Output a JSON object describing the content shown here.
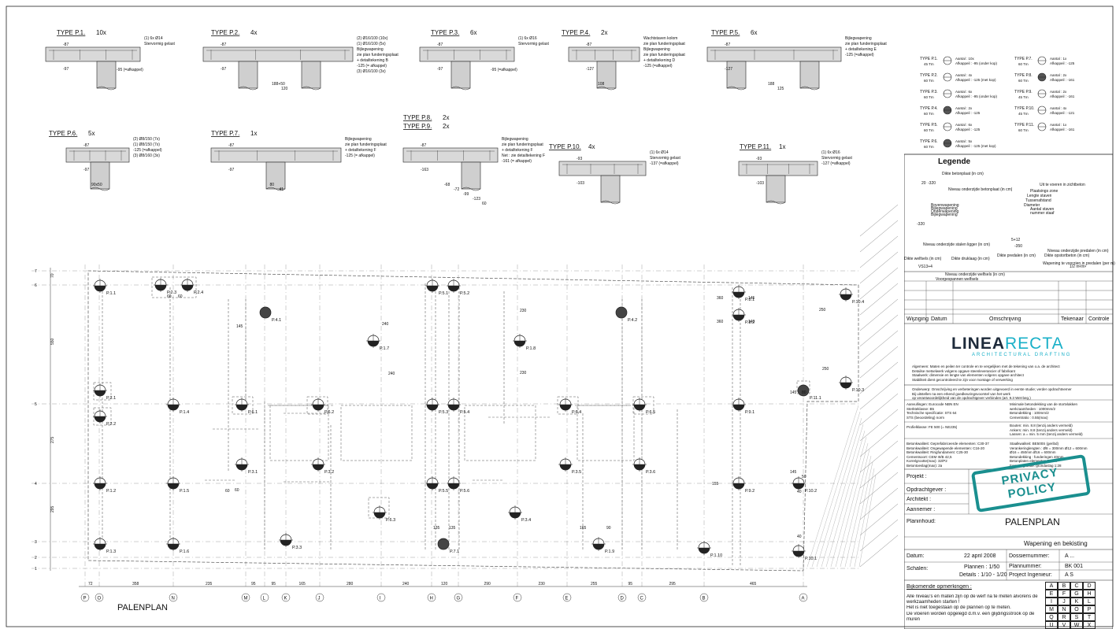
{
  "types": [
    {
      "id": "t1",
      "title": "TYPE P.1.",
      "count": "10x",
      "notes": [
        "(1) 6x Ø14",
        "Stervormig gelast"
      ],
      "lvl_top": "-87",
      "lvl_bot": "-97",
      "cut": "-95 (=afkappel)"
    },
    {
      "id": "t2",
      "title": "TYPE P.2.",
      "count": "4x",
      "notes": [
        "(2) Ø16/100 (10x)",
        "(1) Ø16/100 (5x)",
        "Bijlegwapening",
        "zie plan funderingsplaat",
        "+ detailtekening B",
        "-125 (= afkappel)",
        "(3) Ø16/100 (3x)"
      ],
      "lvl_top": "-87",
      "lvl_bot": "-97",
      "dims": [
        "188+50",
        "120"
      ]
    },
    {
      "id": "t3",
      "title": "TYPE P.3.",
      "count": "6x",
      "notes": [
        "(1) 6x Ø16",
        "Stervormig gelast"
      ],
      "lvl_top": "-87",
      "lvl_bot": "-97",
      "cut": "-95 (=afkappel)"
    },
    {
      "id": "t4",
      "title": "TYPE P.4.",
      "count": "2x",
      "notes": [
        "Wachtstaven kolom",
        "zie plan funderingsplaat",
        "Bijlegwapening",
        "zie plan funderingsplaat",
        "+ detailtekening D",
        "-125 (=afkappel)"
      ],
      "lvl_top": "-87",
      "lvl_bot": "-127",
      "dims": [
        "108"
      ]
    },
    {
      "id": "t5",
      "title": "TYPE P.5.",
      "count": "6x",
      "notes": [
        "Bijlegwapening",
        "zie plan funderingsplaat",
        "+ detailtekening E",
        "-125 (=afkappel)"
      ],
      "lvl_top": "-87",
      "lvl_bot": "-127",
      "dims": [
        "188",
        "125"
      ]
    },
    {
      "id": "t6",
      "title": "TYPE P.6.",
      "count": "5x",
      "notes": [
        "(2) Ø8/150 (7x)",
        "(1) Ø8/150 (7x)",
        "-125 (=afkappel)",
        "(3) Ø8/160 (3x)"
      ],
      "lvl_top": "-87",
      "lvl_bot": "-97",
      "dims": [
        "90x50"
      ]
    },
    {
      "id": "t7",
      "title": "TYPE P.7.",
      "count": "1x",
      "notes": [
        "Bijlegwapening",
        "zie plan funderingsplaat",
        "+ detailtekening F",
        "-125 (= afkappel)"
      ],
      "lvl_top": "-87",
      "lvl_bot": "-97",
      "dims": [
        "80",
        "41"
      ]
    },
    {
      "id": "t8",
      "title": "TYPE P.8.",
      "count": "2x",
      "title2": "TYPE P.9.",
      "count2": "2x",
      "notes": [
        "Bijlegwapening",
        "zie plan funderingsplaat",
        "+ detailtekening F",
        "Net : zie detailtekening F",
        "-161 (= afkappel)"
      ],
      "lvl_top": "-87",
      "lvl_bot": "-163",
      "dims": [
        "-68",
        "-72",
        "-99",
        "-123",
        "60"
      ]
    },
    {
      "id": "t10",
      "title": "TYPE P.10.",
      "count": "4x",
      "notes": [
        "(1) 6x Ø14",
        "Stervormig gelast",
        "-137 (=afkappel)"
      ],
      "lvl_top": "-93",
      "lvl_bot": "-103"
    },
    {
      "id": "t11",
      "title": "TYPE P.11.",
      "count": "1x",
      "notes": [
        "(1) 6x Ø16",
        "Stervormig gelast",
        "-127 (=afkappel)"
      ],
      "lvl_top": "-93",
      "lvl_bot": "-103"
    }
  ],
  "type_summary": [
    {
      "name": "TYPE P.1.",
      "dia": "45 Tm",
      "aantal": "Aantal : 10x",
      "afk": "Afkappeil : -95 (onder kop)"
    },
    {
      "name": "TYPE P.2.",
      "dia": "60 Tm",
      "aantal": "Aantal : 4x",
      "afk": "Afkappeil : -125 (met kop)"
    },
    {
      "name": "TYPE P.3.",
      "dia": "60 Tm",
      "aantal": "Aantal : 6x",
      "afk": "Afkappeil : -95 (onder kop)"
    },
    {
      "name": "TYPE P.4.",
      "dia": "60 Tm",
      "aantal": "Aantal : 2x",
      "afk": "Afkappeil : -125"
    },
    {
      "name": "TYPE P.5.",
      "dia": "60 Tm",
      "aantal": "Aantal : 6x",
      "afk": "Afkappeil : -125"
    },
    {
      "name": "TYPE P.6.",
      "dia": "60 Tm",
      "aantal": "Aantal : 5x",
      "afk": "Afkappeil : -125 (met kop)"
    },
    {
      "name": "TYPE P.7.",
      "dia": "60 Tm",
      "aantal": "Aantal : 1x",
      "afk": "Afkappeil : -125"
    },
    {
      "name": "TYPE P.8.",
      "dia": "60 Tm",
      "aantal": "Aantal : 2x",
      "afk": "Afkappeil : -161"
    },
    {
      "name": "TYPE P.9.",
      "dia": "45 Tm",
      "aantal": "Aantal : 2x",
      "afk": "Afkappeil : -161"
    },
    {
      "name": "TYPE P.10.",
      "dia": "45 Tm",
      "aantal": "Aantal : 4x",
      "afk": "Afkappeil : -121"
    },
    {
      "name": "TYPE P.11.",
      "dia": "60 Tm",
      "aantal": "Aantal : 1x",
      "afk": "Afkappeil : -161"
    }
  ],
  "legend": {
    "title": "Legende",
    "items": [
      "Dikte betonplaat (in cm)",
      "Niveau onderzijde betonplaat (in cm)",
      "Uit te voeren in zichtbeton",
      "Plaatsings zone",
      "Lengte staven",
      "Tussenafstand",
      "Diameter",
      "Aantal staven",
      "nummer staaf",
      "Bovenwapening",
      "Bijlegwapening",
      "Onderwapening",
      "Bijlegwapening",
      "Dikte predalen (in cm)",
      "Dikte opstortbeton (in cm)",
      "Niveau onderzijde predalen (in cm)",
      "Niveau onderzijde stalen ligger (in cm)",
      "Dikte welfsels (in cm)",
      "Dikte druklaag (in cm)",
      "Niveau onderzijde welfsels (in cm)",
      "Voorgespannen welfsels",
      "Wapening te voorzien in predalen (per m)"
    ],
    "vals": [
      "20",
      "-320",
      "-320",
      "VS13+4",
      "5+12",
      "-350",
      "1/2 m²/m²"
    ]
  },
  "revision": {
    "wijziging": "Wijziging",
    "datum": "Datum",
    "omschrijving": "Omschrijving",
    "tekenaar": "Tekenaar",
    "controle": "Controle"
  },
  "logo": {
    "brand_a": "LINEA",
    "brand_b": "RECTA",
    "sub": "ARCHITECTURAL DRAFTING"
  },
  "notes": {
    "n1": [
      "Algemeen: Maten en peilen ter controle en te vergelijken met de tekening van o.a. de architect",
      "Detailse metselwerk volgens opgave steenleverancier of fabrikant",
      "Staalwerk: dimensie en lengte van elementen volgens opgave architect",
      "Stabiliteit dient gecontroleerd te zijn voor montage of verwerking"
    ],
    "n2": [
      "Onderwerp: Omschrijving en verbeteringen worden uitgevoerd in eerste studie; verder opdrachtnemer",
      "Bij uitstellen na een erkend goedkeuringsvoorstel van het werk",
      "op verantwoordelijkheid van de opdrachtgever verbinden (art. 9.3 Wet-beg.)"
    ],
    "n3": [
      "Aanvullingen: Eurocode NBN EN",
      "Sterkteklasse: B5",
      "Technische specificatie: STS 64",
      "STS (beoordeling) norm"
    ],
    "n3b": [
      "Minimale betondekking van de stortvlakken",
      "werkzaamheden : 1000mm/2",
      "Betondekking : 100mm/2",
      "Cementratio : 0.55(max)"
    ],
    "n4": [
      "Profielklasse: FE 500 (= NE235)"
    ],
    "n4b": [
      "Bouten: min. 8.8 (tenzij anders vermeld)",
      "Ankers: min. 8.8 (tenzij anders vermeld)",
      "Lassen: a = min. 5 mm (tenzij anders vermeld)"
    ],
    "n5": [
      "Betonkwaliteit: Geprefabriceerde elementen: C30-37",
      "Betonkwaliteit: Ongewapende elementen: C16-20",
      "Betonkwaliteit: Ringfundament: C25-30",
      "Cementsoort: CEM III/B 42,5",
      "Korrelgrootte(max): 32/P2",
      "Betontoeslag(max): 2a"
    ],
    "n5b": [
      "Staalkwaliteit: BE500S (geribd)",
      "Verankeringlengten : Ø8 = 300mm   Ø12 = 600mm",
      "Ø16 = 450mm   Ø16 = 600mm",
      "Betondekking : funderingen 40mm",
      "Betonplaten elementen 30mm",
      "Formaatgrootte: grondaslag 1:28"
    ]
  },
  "project": {
    "projekt": "Projekt :",
    "opdrachtgever": "Opdrachtgever :",
    "architekt": "Architekt :",
    "aannemer": "Aannemer :",
    "planinhoud_label": "Planinhoud:",
    "plan_title": "PALENPLAN",
    "plan_sub": "Wapening en bekisting",
    "datum_label": "Datum:",
    "datum": "22 april 2008",
    "dossier_label": "Dossiernummer:",
    "dossier": "A ...",
    "schalen_label": "Schalen:",
    "schaal1": "Plannen : 1/50",
    "schaal2": "Details : 1/10 - 1/20",
    "plannr_label": "Plannummer:",
    "plannr": "BK 001",
    "ing_label": "Project Ingenieur:",
    "ing": "A S",
    "remarks_title": "Bijkomende opmerkingen :",
    "remarks": [
      "Alle niveau's en maten zijn op de werf na te meten alvorens de werkzaamheden starten !",
      "Het is niet toegestaan op de plannen op te meten.",
      "De vloeren worden opgelegd d.m.v. een glijdingsstrook op de muren"
    ]
  },
  "stamp": {
    "l1": "PRIVACY",
    "l2": "POLICY"
  },
  "abc": [
    "A",
    "B",
    "C",
    "D",
    "E",
    "F",
    "G",
    "H",
    "I",
    "J",
    "K",
    "L",
    "M",
    "N",
    "O",
    "P",
    "Q",
    "R",
    "S",
    "T",
    "U",
    "V",
    "W",
    "X"
  ],
  "plan": {
    "title": "PALENPLAN",
    "axes_bottom": [
      "P",
      "O",
      "N",
      "M",
      "L",
      "K",
      "J",
      "I",
      "H",
      "G",
      "F",
      "E",
      "D",
      "C",
      "B",
      "A"
    ],
    "axes_left": [
      "7",
      "6",
      "5",
      "4",
      "3",
      "2",
      "1"
    ],
    "dims_bottom": [
      "72",
      "358",
      "235",
      "95",
      "95",
      "165",
      "280",
      "240",
      "120",
      "290",
      "230",
      "255",
      "95",
      "295",
      "465"
    ],
    "dims_left": [
      "70",
      "550",
      "275",
      "295"
    ],
    "piles": [
      {
        "label": "P.1.1"
      },
      {
        "label": "P.2.3"
      },
      {
        "label": "P.2.4"
      },
      {
        "label": "P.4.1"
      },
      {
        "label": "P.5.1"
      },
      {
        "label": "P.5.2"
      },
      {
        "label": "P.4.2"
      },
      {
        "label": "P.8.1"
      },
      {
        "label": "P.8.2"
      },
      {
        "label": "P.11.1"
      },
      {
        "label": "P.10.3"
      },
      {
        "label": "P.10.4"
      },
      {
        "label": "P.1.7"
      },
      {
        "label": "P.1.8"
      },
      {
        "label": "P.2.1"
      },
      {
        "label": "P.2.2"
      },
      {
        "label": "P.1.4"
      },
      {
        "label": "P.6.1"
      },
      {
        "label": "P.6.2"
      },
      {
        "label": "P.5.3"
      },
      {
        "label": "P.5.4"
      },
      {
        "label": "P.6.4"
      },
      {
        "label": "P.6.5"
      },
      {
        "label": "P.9.1"
      },
      {
        "label": "P.3.1"
      },
      {
        "label": "P.3.2"
      },
      {
        "label": "P.3.5"
      },
      {
        "label": "P.3.6"
      },
      {
        "label": "P.1.2"
      },
      {
        "label": "P.1.5"
      },
      {
        "label": "P.5.5"
      },
      {
        "label": "P.5.6"
      },
      {
        "label": "P.10.2"
      },
      {
        "label": "P.9.2"
      },
      {
        "label": "P.6.3"
      },
      {
        "label": "P.3.4"
      },
      {
        "label": "P.3.3"
      },
      {
        "label": "P.1.3"
      },
      {
        "label": "P.1.6"
      },
      {
        "label": "P.7.1"
      },
      {
        "label": "P.1.9"
      },
      {
        "label": "P.1.10"
      },
      {
        "label": "P.10.1"
      }
    ],
    "inner_dims": [
      "40",
      "40",
      "60",
      "60",
      "360",
      "145",
      "360",
      "140",
      "250",
      "250",
      "145",
      "80",
      "145",
      "50",
      "155",
      "240",
      "240",
      "230",
      "230",
      "145",
      "135",
      "135",
      "165",
      "90",
      "60",
      "60"
    ]
  }
}
